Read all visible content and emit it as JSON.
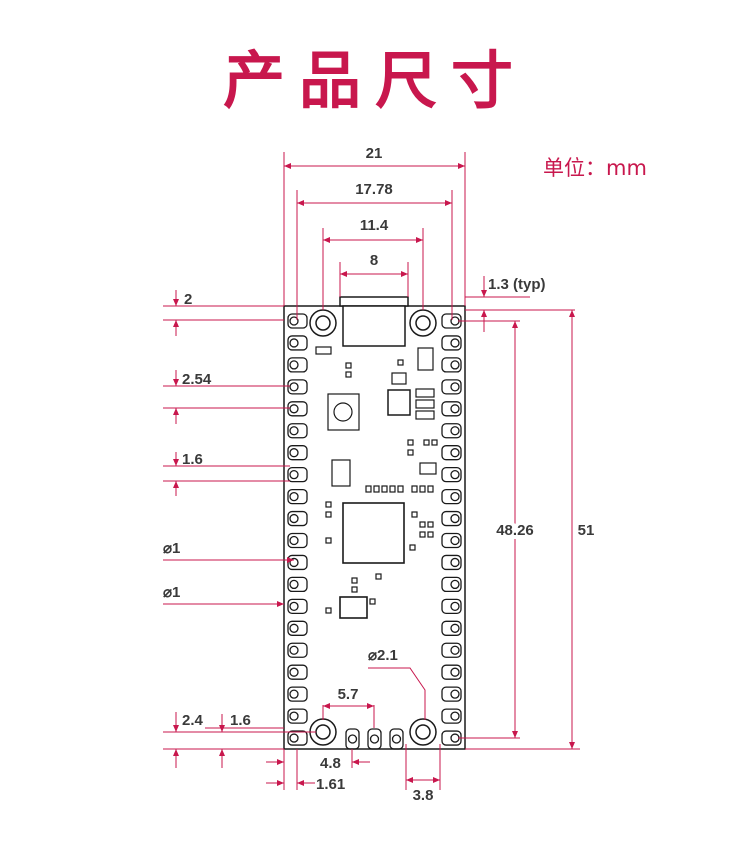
{
  "title": "产品尺寸",
  "unit_label": "单位：mm",
  "colors": {
    "accent": "#c8174d",
    "board": "#1a1a1a",
    "text": "#3a3a3a"
  },
  "dimensions": {
    "width_overall": "21",
    "pin_row_spacing": "17.78",
    "mount_hole_spacing": "11.4",
    "usb_width": "8",
    "edge_hole_typ": "1.3 (typ)",
    "top_offset": "2",
    "pin_pitch": "2.54",
    "pad_size": "1.6",
    "hole_dia_1": "⌀1",
    "hole_dia_2": "⌀1",
    "hole_spacing_vertical": "48.26",
    "length_overall": "51",
    "mount_hole_dia": "⌀2.1",
    "debug_pitch": "5.7",
    "bottom_offset": "2.4",
    "bottom_pad": "1.6",
    "debug_offset": "4.8",
    "edge_offset": "1.61",
    "hole_edge": "3.8"
  }
}
